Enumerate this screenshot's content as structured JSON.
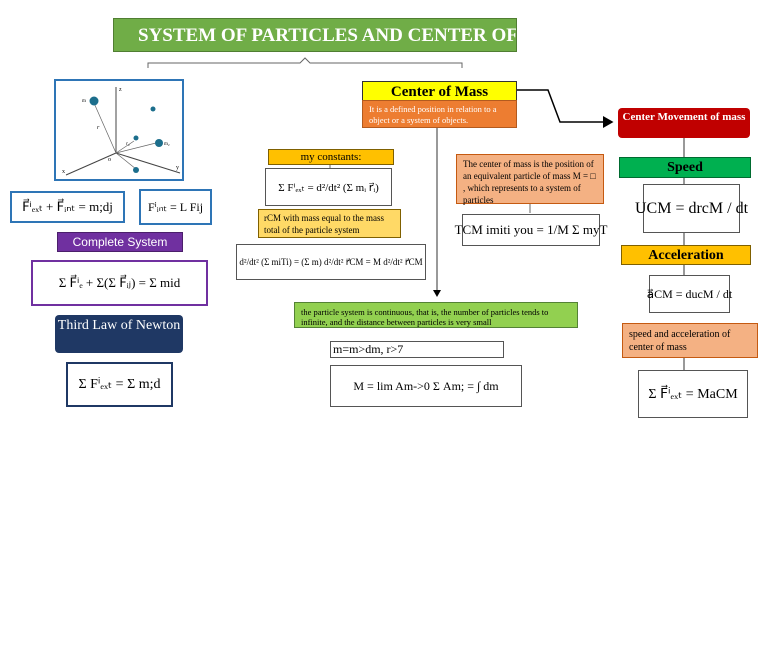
{
  "title": "SYSTEM OF PARTICLES AND CENTER OF M",
  "left": {
    "diagram_labels": {
      "z": "z",
      "y": "y",
      "x": "x",
      "o": "o",
      "r": "r",
      "r2": "r₂",
      "m1": "m",
      "m2": "m₂"
    },
    "force_eq_1": "F⃗ⁱₑₓₜ + F⃗ᵢₙₜ = m;dj",
    "force_eq_2": "Fⁱᵢₙₜ = L  Fij",
    "complete_system_label": "Complete System",
    "complete_system_eq": "Σ F⃗ⁱₑ + Σ(Σ F⃗ᵢⱼ) = Σ mid",
    "third_law_label": "Third Law of Newton",
    "third_law_eq": "Σ Fⁱₑₓₜ = Σ m;d"
  },
  "center": {
    "center_of_mass_label": "Center of Mass",
    "definition": "It is a defined position in relation to a object or a system of objects.",
    "my_constants_label": "my constants:",
    "constants_eq": "Σ Fⁱₑₓₜ = d²/dt² (Σ mᵢ r⃗ᵢ)",
    "rcm_note": "rCM with mass equal to the mass total of the particle system",
    "second_eq": "d²/dt² (Σ miTi) = (Σ m) d²/dt² r⃗CM = M d²/dt² r⃗CM",
    "equivalent_note": "The center of mass is the position of an equivalent particle of mass M = □     , which represents to a system of particles",
    "tcm_eq": "TCM imiti you = 1/M Σ myT",
    "continuous_note": "the particle system is continuous, that is, the number of particles tends to infinite, and the distance between particles is very small",
    "dm_eq": "m=m>dm, r>7",
    "lim_eq": "M = lim Am->0 Σ Am; = ∫ dm"
  },
  "right": {
    "movement_label": "Center Movement of mass",
    "speed_label": "Speed",
    "speed_eq": "UCM = drcM / dt",
    "acceleration_label": "Acceleration",
    "acceleration_eq": "a⃗CM = ducM / dt",
    "speed_accel_note": "speed and acceleration of center of mass",
    "final_eq": "Σ F⃗ⁱₑₓₜ = MaCM"
  },
  "colors": {
    "title_bg": "#70ad47",
    "blue_border": "#2e75b6",
    "purple": "#7030a0",
    "navy": "#1f3864",
    "yellow": "#ffff00",
    "orange": "#ed7d31",
    "gold": "#ffc000",
    "peach": "#f4b183",
    "lightgreen": "#92d050",
    "red": "#c00000",
    "green": "#00b050"
  }
}
